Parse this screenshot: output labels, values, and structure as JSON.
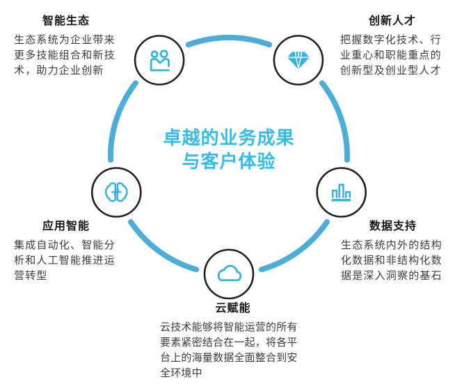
{
  "center": {
    "line1": "卓越的业务成果",
    "line2": "与客户体验"
  },
  "nodes": [
    {
      "id": "ecosystem",
      "icon": "people-icon",
      "title": "智能生态",
      "lines": [
        "生态系统为企业带来",
        "更多技能组合和新技",
        "术，助力企业创新"
      ]
    },
    {
      "id": "talent",
      "icon": "diamond-icon",
      "title": "创新人才",
      "lines": [
        "把握数字化技术、行",
        "业重心和职能重点的",
        "创新型及创业型人才"
      ]
    },
    {
      "id": "applied-intelligence",
      "icon": "brain-circuit-icon",
      "title": "应用智能",
      "lines": [
        "集成自动化、智能分",
        "析和人工智能推进运",
        "营转型"
      ]
    },
    {
      "id": "data-support",
      "icon": "bar-chart-icon",
      "title": "数据支持",
      "lines": [
        "生态系统内外的结构",
        "化数据和非结构化数",
        "据是深入洞察的基石"
      ]
    },
    {
      "id": "cloud-enablement",
      "icon": "cloud-icon",
      "title": "云赋能",
      "lines": [
        "云技术能够将智能运营的所有",
        "要素紧密结合在一起，将各平",
        "台上的海量数据全面整合到安",
        "全环境中"
      ]
    }
  ],
  "colors": {
    "ring": "#4badd8",
    "accent_text": "#36bce9",
    "icon": "#35b3dc",
    "node_outline": "#1f1f1f",
    "title": "#161616",
    "body": "#3d3d3d"
  }
}
